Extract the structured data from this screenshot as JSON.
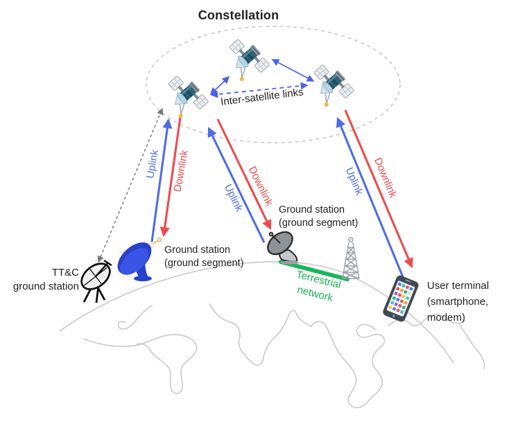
{
  "title": "Constellation",
  "constellation": {
    "isl_label": "Inter-satellite links"
  },
  "link_labels": {
    "uplink": "Uplink",
    "downlink": "Downlink"
  },
  "stations": {
    "ground_left": {
      "line1": "Ground station",
      "line2": "(ground segment)"
    },
    "ground_mid": {
      "line1": "Ground station",
      "line2": "(ground segment)"
    },
    "ttc": {
      "line1": "TT&C",
      "line2": "ground station"
    },
    "user_terminal": {
      "line1": "User terminal",
      "line2": "(smartphone,",
      "line3": "modem)"
    },
    "terrestrial": {
      "line1": "Terrestrial",
      "line2": "network"
    }
  },
  "colors": {
    "uplink": "#4d6ce5",
    "downlink": "#ee4a4c",
    "inter_satellite": "#4a63e8",
    "terrestrial": "#1aad52",
    "ttc_link": "#7a7a7a",
    "orbit_outline": "#c0c0c0",
    "map_outline": "#cbcbcb",
    "text": "#1f1f1f"
  },
  "icons": {
    "satellites": [
      "satellite-icon",
      "satellite-icon",
      "satellite-icon"
    ],
    "ground_dish_left": "ground-dish-blue-icon",
    "ground_dish_mid": "ground-dish-gray-icon",
    "ttc_dish": "ttc-dish-icon",
    "tower": "cell-tower-icon",
    "smartphone": "smartphone-icon",
    "smartphone_app_colors": [
      "#4f7de0",
      "#3bbcd4",
      "#e8536b",
      "#4f7de0",
      "#e05c4f",
      "#f0a03c",
      "#35b57a",
      "#d9d9d9",
      "#9a5fd0",
      "#e8536b",
      "#f5c53d",
      "#3bbcd4",
      "#35b57a",
      "#4f7de0",
      "#e05c4f",
      "#f0a03c",
      "#3bbcd4",
      "#9a5fd0",
      "#e8536b",
      "#35b57a",
      "#f5c53d",
      "#4f7de0",
      "#e05c4f",
      "#3bbcd4"
    ]
  }
}
